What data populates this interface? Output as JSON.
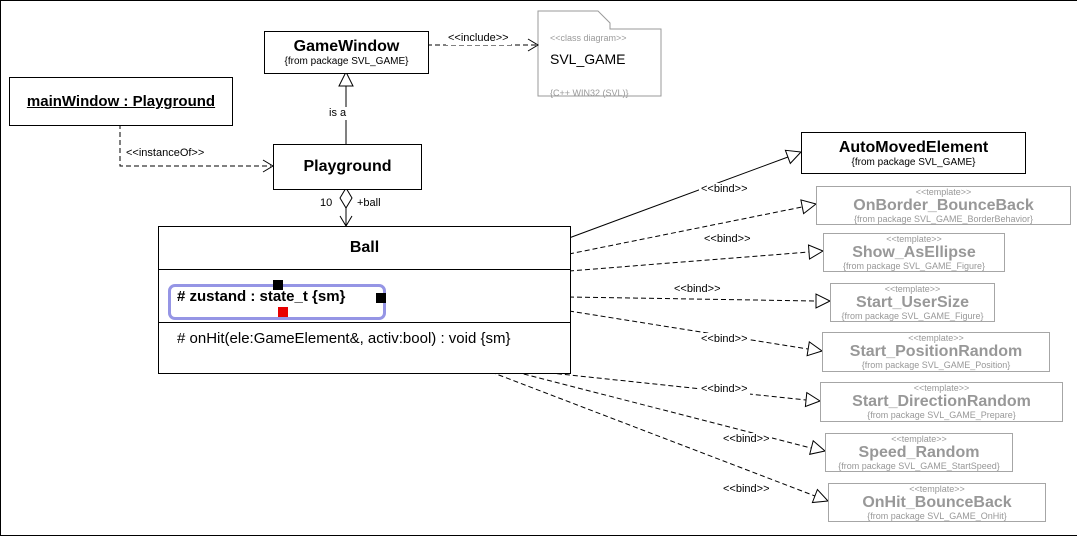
{
  "nodes": {
    "main_window": {
      "label": "mainWindow : Playground"
    },
    "game_window": {
      "name": "GameWindow",
      "package": "{from package SVL_GAME}"
    },
    "svl_game_package": {
      "stereotype": "<<class diagram>>",
      "name": "SVL_GAME",
      "note": "{C++ WIN32 (SVL)}"
    },
    "playground": {
      "name": "Playground"
    },
    "ball": {
      "name": "Ball",
      "attribute": "# zustand : state_t {sm}",
      "operation": "# onHit(ele:GameElement&, activ:bool) : void {sm}"
    },
    "auto_moved_element": {
      "name": "AutoMovedElement",
      "package": "{from package SVL_GAME}"
    }
  },
  "templates": [
    {
      "stereotype": "<<template>>",
      "name": "OnBorder_BounceBack",
      "package": "{from package SVL_GAME_BorderBehavior}"
    },
    {
      "stereotype": "<<template>>",
      "name": "Show_AsEllipse",
      "package": "{from package SVL_GAME_Figure}"
    },
    {
      "stereotype": "<<template>>",
      "name": "Start_UserSize",
      "package": "{from package SVL_GAME_Figure}"
    },
    {
      "stereotype": "<<template>>",
      "name": "Start_PositionRandom",
      "package": "{from package SVL_GAME_Position}"
    },
    {
      "stereotype": "<<template>>",
      "name": "Start_DirectionRandom",
      "package": "{from package SVL_GAME_Prepare}"
    },
    {
      "stereotype": "<<template>>",
      "name": "Speed_Random",
      "package": "{from package SVL_GAME_StartSpeed}"
    },
    {
      "stereotype": "<<template>>",
      "name": "OnHit_BounceBack",
      "package": "{from package SVL_GAME_OnHit}"
    }
  ],
  "edge_labels": {
    "include": "<<include>>",
    "instance_of": "<<instanceOf>>",
    "is_a": "is a",
    "multiplicity": "10",
    "role": "+ball",
    "bind": "<<bind>>"
  },
  "colors": {
    "line": "#000000",
    "template_border": "#a6a6a6",
    "template_text": "#989898",
    "selection": "#9595e5",
    "handle": "#000000",
    "handle_active": "#e80000"
  }
}
